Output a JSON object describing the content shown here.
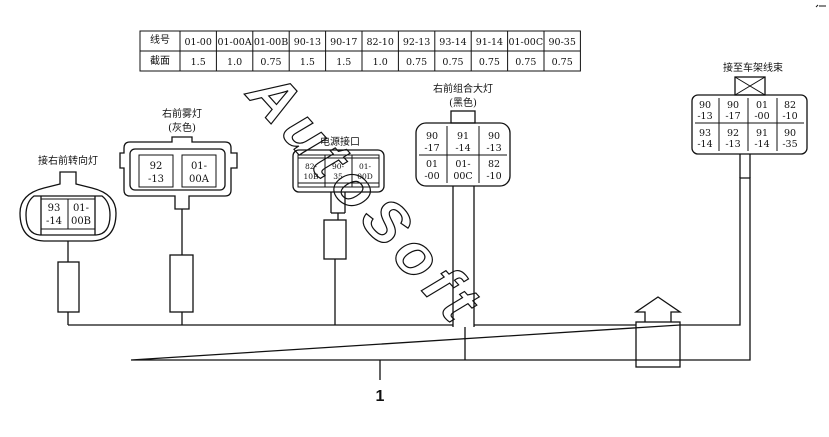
{
  "wire_table": {
    "row1_label": "线号",
    "row2_label": "截面",
    "columns": [
      {
        "wire": "01-00",
        "section": "1.5"
      },
      {
        "wire": "01-00A",
        "section": "1.0"
      },
      {
        "wire": "01-00B",
        "section": "0.75"
      },
      {
        "wire": "90-13",
        "section": "1.5"
      },
      {
        "wire": "90-17",
        "section": "1.5"
      },
      {
        "wire": "82-10",
        "section": "1.0"
      },
      {
        "wire": "92-13",
        "section": "0.75"
      },
      {
        "wire": "93-14",
        "section": "0.75"
      },
      {
        "wire": "91-14",
        "section": "0.75"
      },
      {
        "wire": "01-00C",
        "section": "0.75"
      },
      {
        "wire": "90-35",
        "section": "0.75"
      }
    ]
  },
  "connectors": {
    "turn_signal": {
      "label": "接右前转向灯",
      "pins": [
        [
          "93",
          "-14"
        ],
        [
          "01-",
          "00B"
        ]
      ]
    },
    "fog_lamp": {
      "label_line1": "右前雾灯",
      "label_line2": "(灰色)",
      "pins": [
        [
          "92",
          "-13"
        ],
        [
          "01-",
          "00A"
        ]
      ]
    },
    "power_port": {
      "label": "电源接口",
      "pins": [
        [
          "82-",
          "10B"
        ],
        [
          "90-",
          "35"
        ],
        [
          "01-",
          "00D"
        ]
      ]
    },
    "headlamp": {
      "label_line1": "右前组合大灯",
      "label_line2": "(黑色)",
      "pins": [
        [
          "90",
          "-17"
        ],
        [
          "91",
          "-14"
        ],
        [
          "90",
          "-13"
        ],
        [
          "01",
          "-00"
        ],
        [
          "01-",
          "00C"
        ],
        [
          "82",
          "-10"
        ]
      ]
    },
    "frame_harness": {
      "label": "接至车架线束",
      "pins": [
        [
          "90",
          "-13"
        ],
        [
          "90",
          "-17"
        ],
        [
          "01",
          "-00"
        ],
        [
          "82",
          "-10"
        ],
        [
          "93",
          "-14"
        ],
        [
          "92",
          "-13"
        ],
        [
          "91",
          "-14"
        ],
        [
          "90",
          "-35"
        ]
      ]
    }
  },
  "callout_number": "1",
  "watermark": "AutoSoft"
}
